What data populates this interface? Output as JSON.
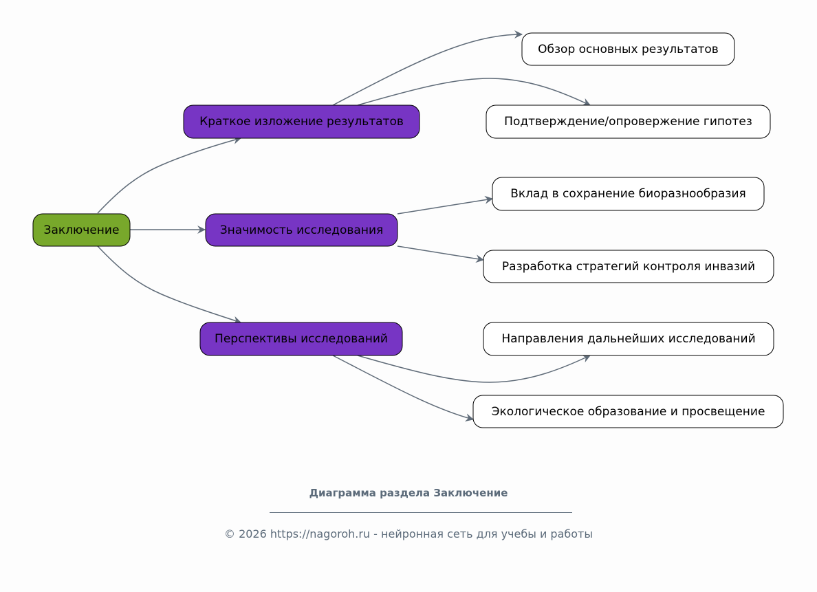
{
  "colors": {
    "root": "#78a82b",
    "branch": "#7735c4",
    "leaf": "#ffffff",
    "edge": "#5f6b78"
  },
  "diagram": {
    "root": "Заключение",
    "branches": [
      {
        "label": "Краткое изложение результатов",
        "children": [
          "Обзор основных результатов",
          "Подтверждение/опровержение гипотез"
        ]
      },
      {
        "label": "Значимость исследования",
        "children": [
          "Вклад в сохранение биоразнообразия",
          "Разработка стратегий контроля инвазий"
        ]
      },
      {
        "label": "Перспективы исследований",
        "children": [
          "Направления дальнейших исследований",
          "Экологическое образование и просвещение"
        ]
      }
    ]
  },
  "footer": {
    "title": "Диаграмма раздела Заключение",
    "copyright": "© 2026 https://nagoroh.ru - нейронная сеть для учебы и работы"
  }
}
